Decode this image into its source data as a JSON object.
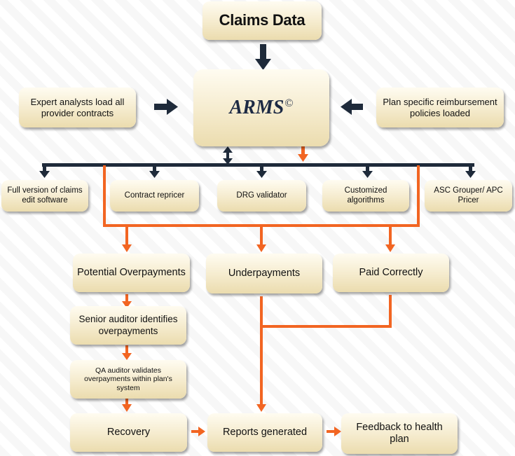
{
  "diagram": {
    "claims_data": "Claims Data",
    "arms": {
      "name": "ARMS",
      "mark": "©"
    },
    "expert_analysts": "Expert analysts load all provider contracts",
    "plan_specific": "Plan specific reimbursement policies loaded",
    "modules": {
      "claims_edit": "Full version of claims edit software",
      "contract_repricer": "Contract repricer",
      "drg_validator": "DRG validator",
      "customized_algorithms": "Customized algorithms",
      "asc_grouper": "ASC Grouper/ APC Pricer"
    },
    "outcomes": {
      "potential_overpayments": "Potential Overpayments",
      "underpayments": "Underpayments",
      "paid_correctly": "Paid Correctly"
    },
    "senior_auditor": "Senior auditor identifies overpayments",
    "qa_auditor": "QA auditor validates overpayments within plan's system",
    "recovery": "Recovery",
    "reports_generated": "Reports generated",
    "feedback": "Feedback to health plan"
  },
  "colors": {
    "dark_arrow": "#1e2a3a",
    "orange_line": "#f26522",
    "box_top": "#fffcf1",
    "box_bottom": "#ebdcae"
  }
}
